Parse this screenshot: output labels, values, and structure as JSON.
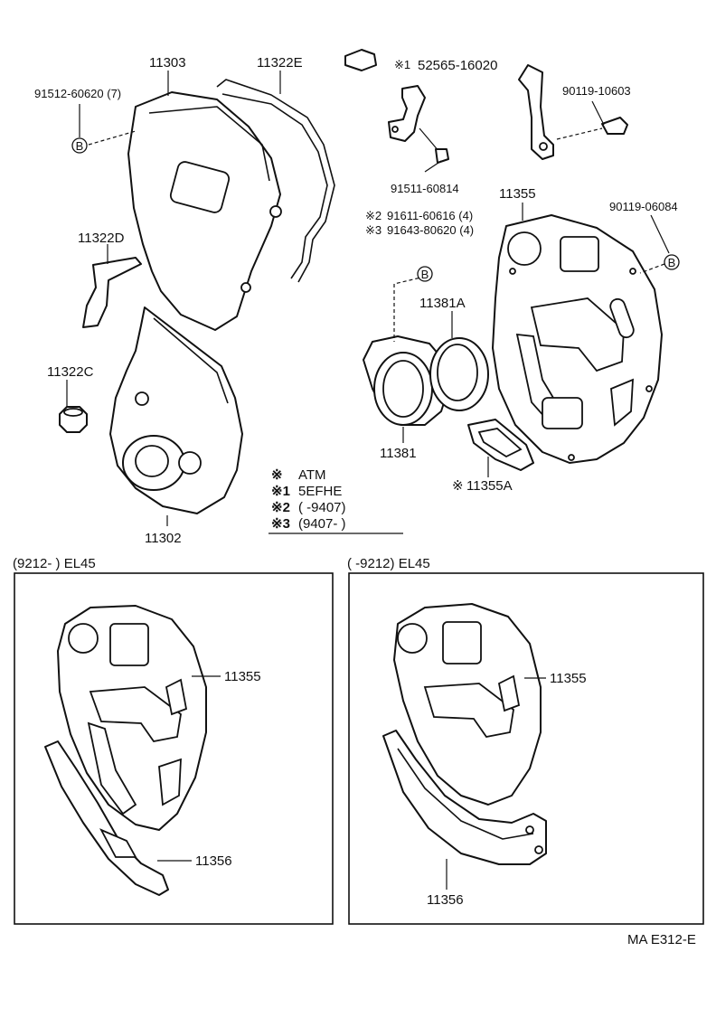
{
  "parts": {
    "p11303": "11303",
    "p11322E": "11322E",
    "p91512": "91512-60620 (7)",
    "p52565": "52565-16020",
    "p52565_mark": "※1",
    "p90119_10603": "90119-10603",
    "p91511": "91511-60814",
    "p11355_top": "11355",
    "p90119_06084": "90119-06084",
    "p91611": "91611-60616 (4)",
    "p91611_mark": "※2",
    "p91643": "91643-80620 (4)",
    "p91643_mark": "※3",
    "p11322D": "11322D",
    "p11381A": "11381A",
    "p11322C": "11322C",
    "p11381": "11381",
    "p11355A": "11355A",
    "p11355A_mark": "※",
    "p11302": "11302",
    "bolt_marker": "B"
  },
  "legend": [
    {
      "mark": "※",
      "text": "ATM"
    },
    {
      "mark": "※1",
      "text": "5EFHE"
    },
    {
      "mark": "※2",
      "text": "(       -9407)"
    },
    {
      "mark": "※3",
      "text": "(9407-       )"
    }
  ],
  "box_left": {
    "header": "(9212-        ) EL45",
    "label_plate": "11355",
    "label_guard": "11356"
  },
  "box_right": {
    "header": "(        -9212) EL45",
    "label_plate": "11355",
    "label_guard": "11356"
  },
  "footer_code": "MA E312-E"
}
